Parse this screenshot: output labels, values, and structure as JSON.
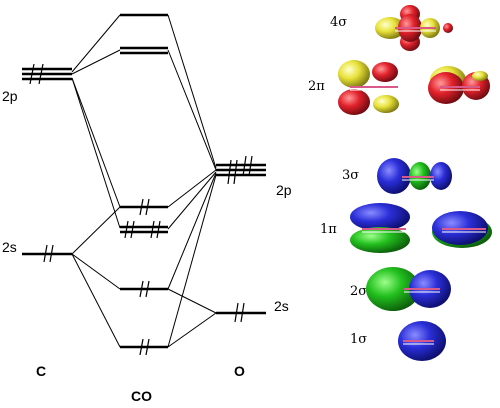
{
  "atoms": {
    "left": "C",
    "center": "CO",
    "right": "O"
  },
  "atomic_levels": {
    "c_2p": "2p",
    "c_2s": "2s",
    "o_2p": "2p",
    "o_2s": "2s"
  },
  "orbital_labels": {
    "sigma4": "4σ",
    "pi2": "2π",
    "sigma3": "3σ",
    "pi1": "1π",
    "sigma2": "2σ",
    "sigma1": "1σ"
  },
  "colors": {
    "lobe_yellow": "#e8e23a",
    "lobe_red": "#e3222c",
    "lobe_blue": "#2b2fd8",
    "lobe_green": "#22c01e",
    "bond_axis": "#d85a8a"
  }
}
